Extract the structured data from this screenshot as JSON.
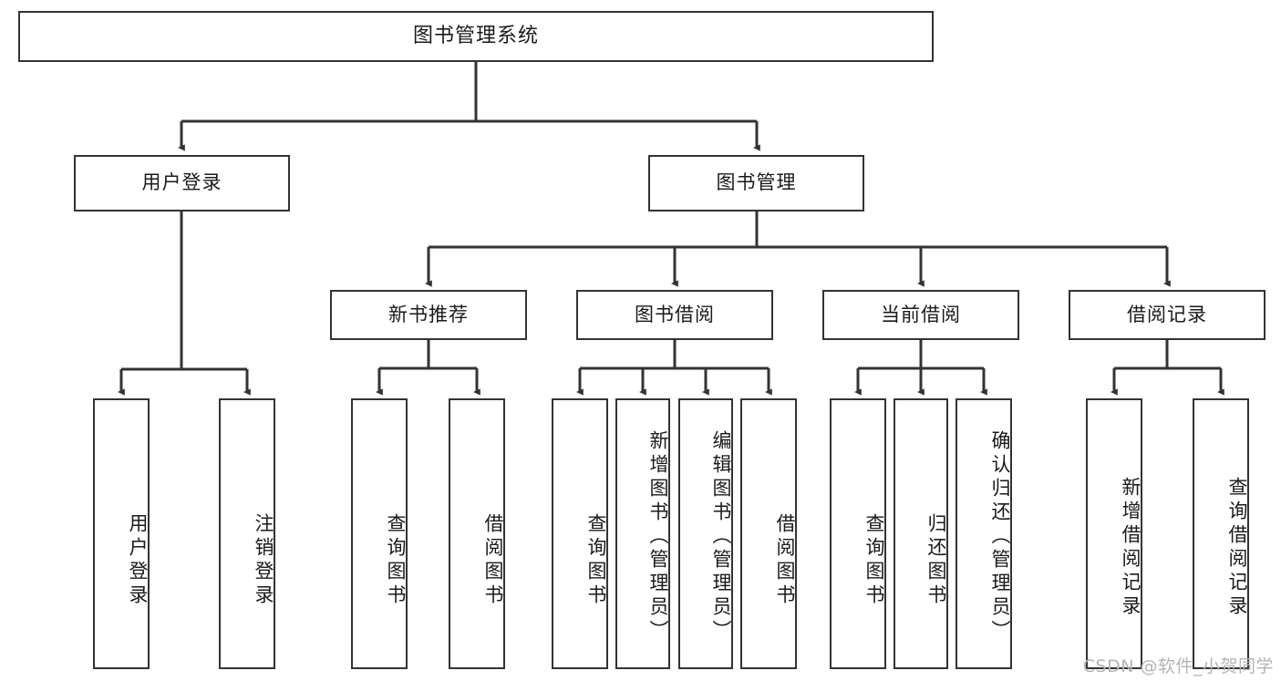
{
  "diagram": {
    "title": "图书管理系统",
    "watermark": "CSDN @软件_小贺同学",
    "line_color": "#333333",
    "box_fill": "#ffffff",
    "text_color": "#1a1a1a",
    "watermark_color": "#b4b4b4",
    "levels": {
      "level1": [
        {
          "id": "root",
          "label": "图书管理系统",
          "orientation": "horizontal"
        }
      ],
      "level2": [
        {
          "id": "user-login",
          "label": "用户登录",
          "orientation": "horizontal"
        },
        {
          "id": "book-manage",
          "label": "图书管理",
          "orientation": "horizontal"
        }
      ],
      "level3": [
        {
          "id": "new-book-recommend",
          "label": "新书推荐",
          "orientation": "horizontal"
        },
        {
          "id": "book-borrow",
          "label": "图书借阅",
          "orientation": "horizontal"
        },
        {
          "id": "current-borrow",
          "label": "当前借阅",
          "orientation": "horizontal"
        },
        {
          "id": "borrow-record",
          "label": "借阅记录",
          "orientation": "horizontal"
        }
      ],
      "level4": [
        {
          "id": "leaf-user-login",
          "label": "用户登录",
          "parent": "user-login",
          "orientation": "vertical"
        },
        {
          "id": "leaf-logout-login",
          "label": "注销登录",
          "parent": "user-login",
          "orientation": "vertical"
        },
        {
          "id": "leaf-query-book-1",
          "label": "查询图书",
          "parent": "new-book-recommend",
          "orientation": "vertical"
        },
        {
          "id": "leaf-borrow-book-1",
          "label": "借阅图书",
          "parent": "new-book-recommend",
          "orientation": "vertical"
        },
        {
          "id": "leaf-query-book-2",
          "label": "查询图书",
          "parent": "book-borrow",
          "orientation": "vertical"
        },
        {
          "id": "leaf-add-book",
          "label": "新增图书（管理员）",
          "parent": "book-borrow",
          "orientation": "vertical"
        },
        {
          "id": "leaf-edit-book",
          "label": "编辑图书（管理员）",
          "parent": "book-borrow",
          "orientation": "vertical"
        },
        {
          "id": "leaf-borrow-book-2",
          "label": "借阅图书",
          "parent": "book-borrow",
          "orientation": "vertical"
        },
        {
          "id": "leaf-query-book-3",
          "label": "查询图书",
          "parent": "current-borrow",
          "orientation": "vertical"
        },
        {
          "id": "leaf-return-book",
          "label": "归还图书",
          "parent": "current-borrow",
          "orientation": "vertical"
        },
        {
          "id": "leaf-confirm-return",
          "label": "确认归还（管理员）",
          "parent": "current-borrow",
          "orientation": "vertical"
        },
        {
          "id": "leaf-add-record",
          "label": "新增借阅记录",
          "parent": "borrow-record",
          "orientation": "vertical"
        },
        {
          "id": "leaf-query-record",
          "label": "查询借阅记录",
          "parent": "borrow-record",
          "orientation": "vertical"
        }
      ]
    }
  }
}
